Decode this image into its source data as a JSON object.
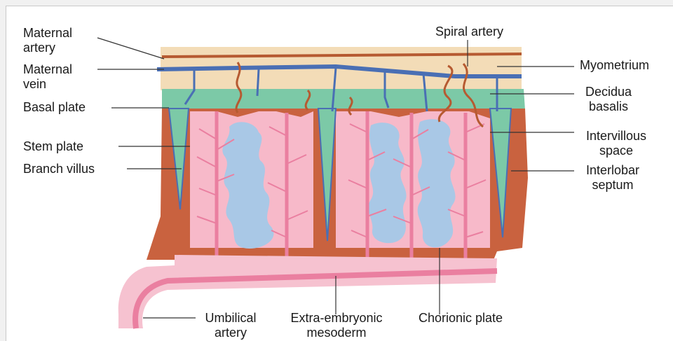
{
  "labels": {
    "maternal_artery": [
      "Maternal",
      "artery"
    ],
    "maternal_vein": [
      "Maternal",
      "vein"
    ],
    "basal_plate": "Basal plate",
    "stem_plate": "Stem plate",
    "branch_villus": "Branch villus",
    "spiral_artery": "Spiral artery",
    "myometrium": "Myometrium",
    "decidua_basalis": [
      "Decidua",
      "basalis"
    ],
    "intervillous_space": [
      "Intervillous",
      "space"
    ],
    "interlobar_septum": [
      "Interlobar",
      "septum"
    ],
    "umbilical_artery": [
      "Umbilical",
      "artery"
    ],
    "extra_embryonic_mesoderm": [
      "Extra-embryonic",
      "mesoderm"
    ],
    "chorionic_plate": "Chorionic plate"
  },
  "colors": {
    "myometrium": "#f3dcb7",
    "decidua": "#7cc9a7",
    "septum": "#c9623f",
    "villus": "#f7b9c9",
    "villus_core": "#ea7fa0",
    "intervillous_space": "#a9c8e6",
    "vein": "#4a6fb4",
    "artery": "#b65a31",
    "chorionic_plate": "#f6c2d0"
  }
}
